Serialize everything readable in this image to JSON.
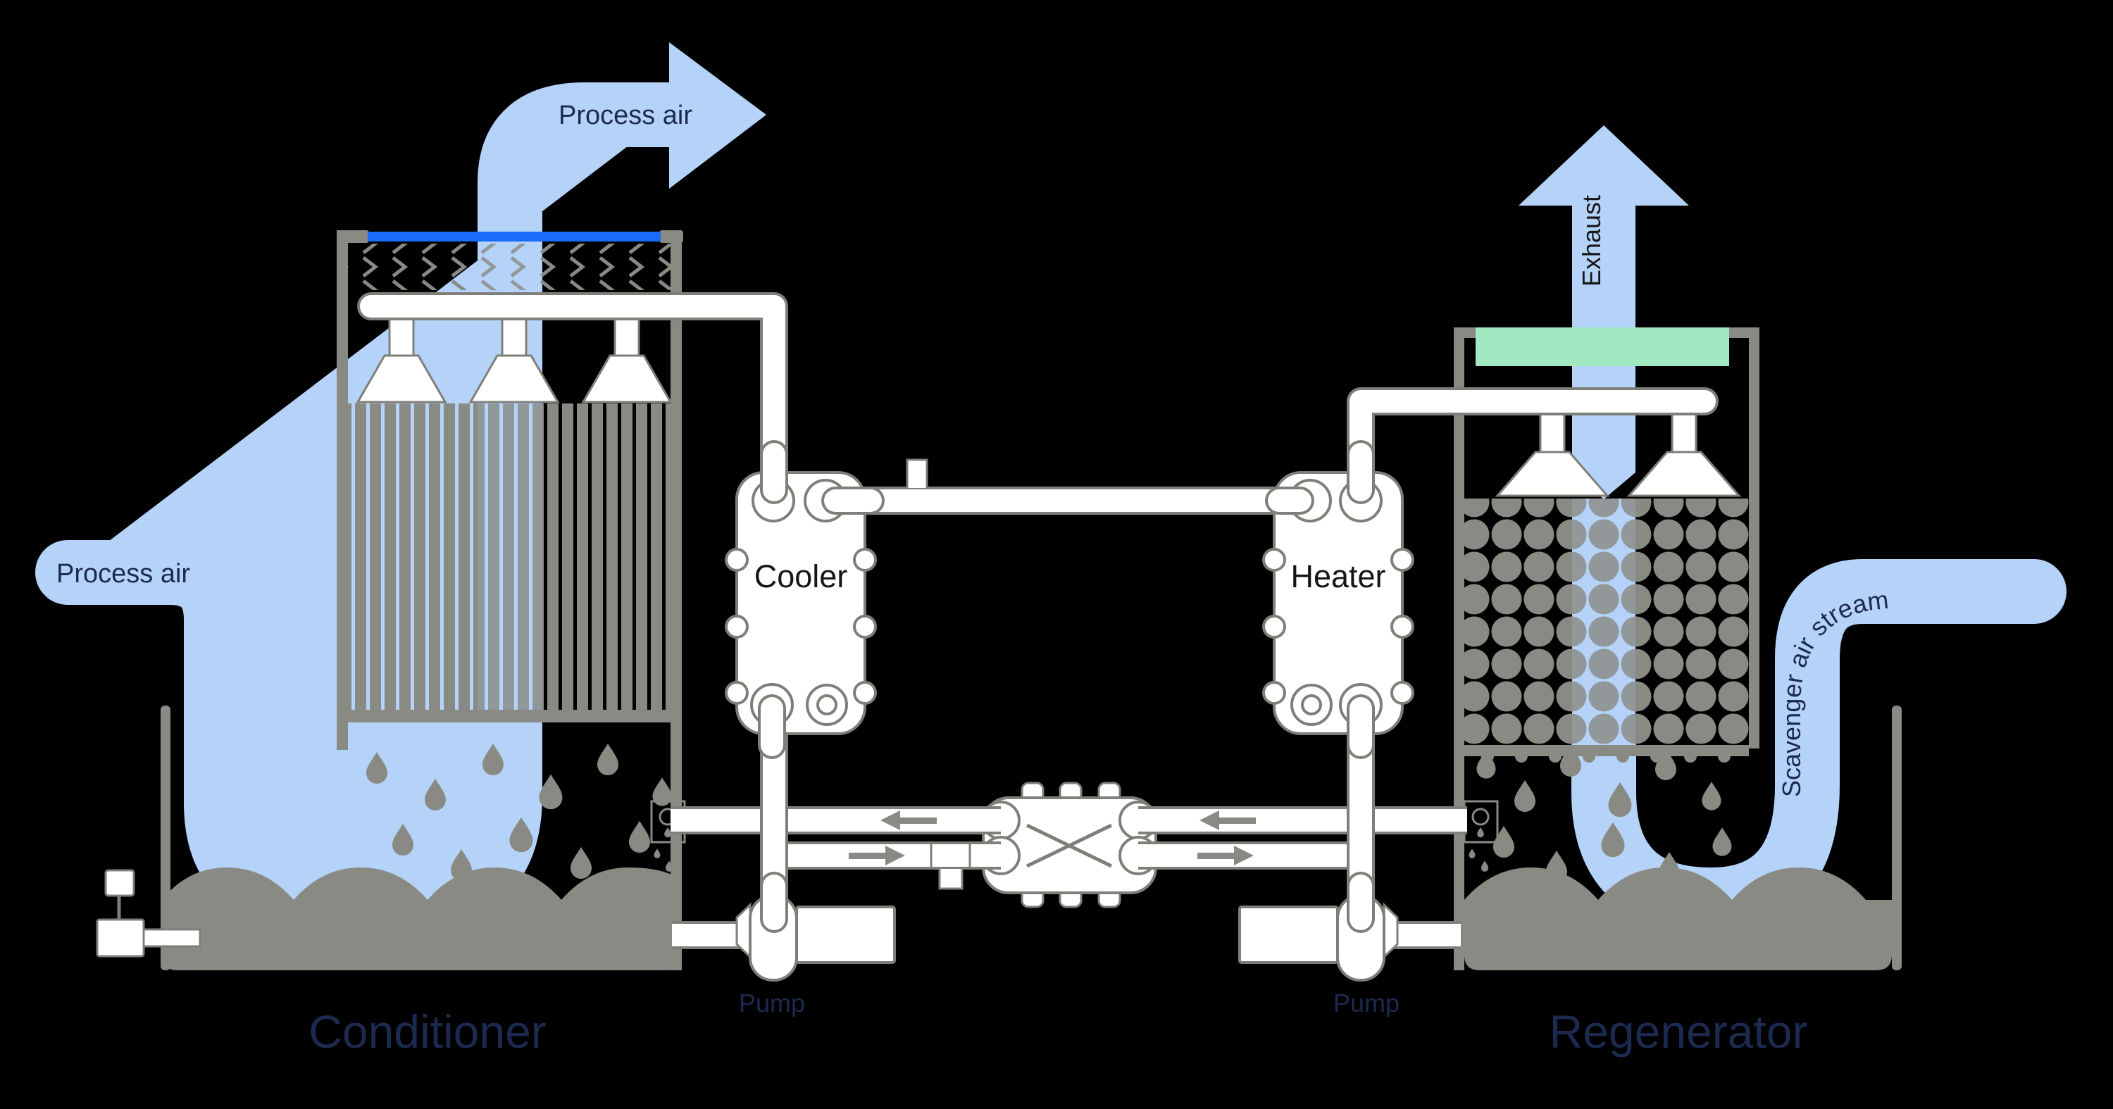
{
  "diagram": {
    "conditioner": {
      "title": "Conditioner",
      "process_air_in": "Process air",
      "process_air_out": "Process air"
    },
    "regenerator": {
      "title": "Regenerator",
      "scavenger_label": "Scavenger air stream",
      "exhaust_label": "Exhaust"
    },
    "cooler_label": "Cooler",
    "heater_label": "Heater",
    "pumps": {
      "left": "Pump",
      "right": "Pump"
    },
    "colors": {
      "background": "#000000",
      "air_band": "#b5d3f8",
      "chilled_header_bar": "#1a6bf7",
      "heated_header_bar": "#a2e8c0",
      "structure_gray": "#8a8a85",
      "pipe_fill": "#ffffff",
      "label_navy": "#1d2a4f",
      "label_dark": "#161616"
    }
  }
}
